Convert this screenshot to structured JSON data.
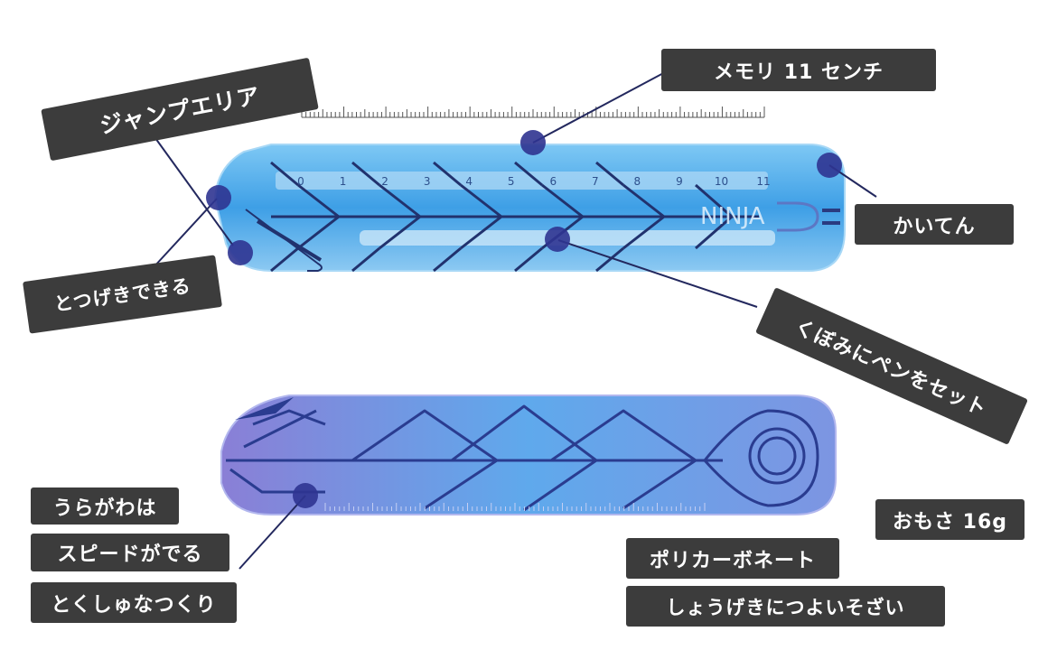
{
  "colors": {
    "label_bg": "#3c3c3c",
    "label_text": "#ffffff",
    "marker": "#2f3491",
    "leader_line": "#23285e",
    "ruler_top_body": "#4aa6e6",
    "ruler_bottom_body": "#6d8fe0"
  },
  "top_ruler": {
    "logo": "NINJA",
    "scale_numbers": [
      "0",
      "1",
      "2",
      "3",
      "4",
      "5",
      "6",
      "7",
      "8",
      "9",
      "10",
      "11"
    ]
  },
  "labels": {
    "jump_area": "ジャンプエリア",
    "scale_11cm": "メモリ 11 センチ",
    "rotate": "かいてん",
    "sliding": "とつげきできる",
    "pen_groove": "くぼみにペンをセット",
    "back_1": "うらがわは",
    "back_2": "スピードがでる",
    "back_3": "とくしゅなつくり",
    "weight": "おもさ 16g",
    "material_1": "ポリカーボネート",
    "material_2": "しょうげきにつよいそざい"
  }
}
